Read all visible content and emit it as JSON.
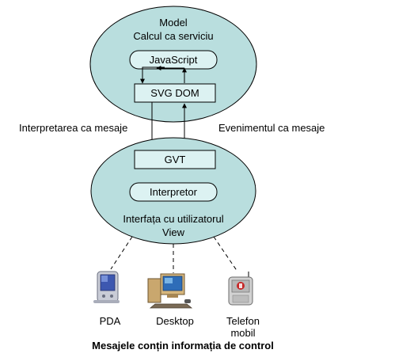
{
  "model": {
    "title_line1": "Model",
    "title_line2": "Calcul ca serviciu",
    "javascript": "JavaScript",
    "svg_dom": "SVG DOM"
  },
  "arrows": {
    "left_label": "Interpretarea ca mesaje",
    "right_label": "Evenimentul ca mesaje"
  },
  "view": {
    "gvt": "GVT",
    "interpretor": "Interpretor",
    "title_line1": "Interfața cu utilizatorul",
    "title_line2": "View"
  },
  "devices": [
    {
      "name": "pda",
      "label_line1": "PDA",
      "label_line2": "",
      "icon": "pda-icon"
    },
    {
      "name": "desktop",
      "label_line1": "Desktop",
      "label_line2": "",
      "icon": "desktop-computer-icon"
    },
    {
      "name": "phone",
      "label_line1": "Telefon",
      "label_line2": "mobil",
      "icon": "mobile-phone-icon"
    }
  ],
  "caption": "Mesajele conțin informația de control",
  "colors": {
    "ellipse_fill": "#b9dede",
    "box_fill": "#dcf2f2",
    "stroke": "#000000"
  }
}
